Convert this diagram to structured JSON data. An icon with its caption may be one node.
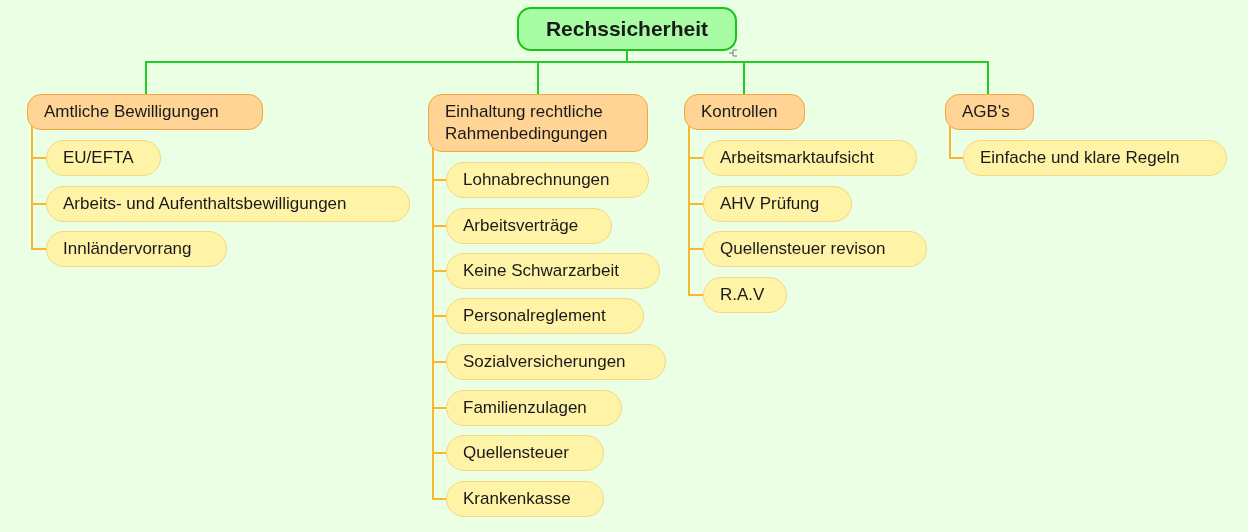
{
  "diagram": {
    "nodes": [
      {
        "text": [
          "Rechssicherheit"
        ]
      },
      {
        "text": [
          "Amtliche Bewilligungen"
        ]
      },
      {
        "text": [
          "EU/EFTA"
        ]
      },
      {
        "text": [
          "Arbeits- und Aufenthaltsbewilligungen"
        ]
      },
      {
        "text": [
          "Innländervorrang"
        ]
      },
      {
        "text": [
          "Einhaltung rechtliche Rahmenbedingungen"
        ]
      },
      {
        "text": [
          "Lohnabrechnungen"
        ]
      },
      {
        "text": [
          "Arbeitsverträge"
        ]
      },
      {
        "text": [
          "Keine Schwarzarbeit"
        ]
      },
      {
        "text": [
          "Personalreglement"
        ]
      },
      {
        "text": [
          "Sozialversicherungen"
        ]
      },
      {
        "text": [
          "Familienzulagen"
        ]
      },
      {
        "text": [
          "Quellensteuer"
        ]
      },
      {
        "text": [
          "Krankenkasse"
        ]
      },
      {
        "text": [
          "Kontrollen"
        ]
      },
      {
        "text": [
          "Arbeitsmarktaufsicht"
        ]
      },
      {
        "text": [
          "AHV Prüfung"
        ]
      },
      {
        "text": [
          "Quellensteuer revison"
        ]
      },
      {
        "text": [
          "R.A.V"
        ]
      },
      {
        "text": [
          "AGB's"
        ]
      },
      {
        "text": [
          "Einfache und klare Regeln"
        ]
      }
    ],
    "edges": [
      {
        "from": 0,
        "to": 1,
        "arrow": "none",
        "color": "#22cc22"
      },
      {
        "from": 0,
        "to": 5,
        "arrow": "none",
        "color": "#22cc22"
      },
      {
        "from": 0,
        "to": 14,
        "arrow": "none",
        "color": "#22cc22"
      },
      {
        "from": 0,
        "to": 19,
        "arrow": "none",
        "color": "#22cc22"
      },
      {
        "from": 1,
        "to": 2,
        "arrow": "none"
      },
      {
        "from": 1,
        "to": 3,
        "arrow": "none"
      },
      {
        "from": 1,
        "to": 4,
        "arrow": "none"
      },
      {
        "from": 5,
        "to": 6,
        "arrow": "none"
      },
      {
        "from": 5,
        "to": 7,
        "arrow": "none"
      },
      {
        "from": 5,
        "to": 8,
        "arrow": "none"
      },
      {
        "from": 5,
        "to": 9,
        "arrow": "none"
      },
      {
        "from": 5,
        "to": 10,
        "arrow": "none"
      },
      {
        "from": 5,
        "to": 11,
        "arrow": "none"
      },
      {
        "from": 5,
        "to": 12,
        "arrow": "none"
      },
      {
        "from": 5,
        "to": 13,
        "arrow": "none"
      },
      {
        "from": 14,
        "to": 15,
        "arrow": "none"
      },
      {
        "from": 14,
        "to": 16,
        "arrow": "none"
      },
      {
        "from": 14,
        "to": 17,
        "arrow": "none"
      },
      {
        "from": 14,
        "to": 18,
        "arrow": "none"
      },
      {
        "from": 19,
        "to": 20,
        "arrow": "none"
      }
    ]
  }
}
